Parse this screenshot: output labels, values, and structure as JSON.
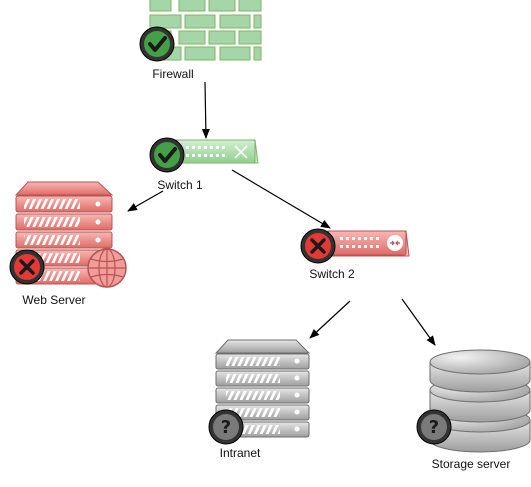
{
  "nodes": {
    "firewall": {
      "label": "Firewall",
      "status": "ok"
    },
    "switch1": {
      "label": "Switch 1",
      "status": "ok"
    },
    "switch2": {
      "label": "Switch 2",
      "status": "error"
    },
    "web_server": {
      "label": "Web Server",
      "status": "error"
    },
    "intranet": {
      "label": "Intranet",
      "status": "unknown"
    },
    "storage_server": {
      "label": "Storage server",
      "status": "unknown"
    }
  },
  "status_badges": {
    "ok": {
      "icon": "check-icon",
      "color": "#2e7d32"
    },
    "error": {
      "icon": "x-icon",
      "color": "#d32f2f"
    },
    "unknown": {
      "icon": "question-icon",
      "glyph": "?",
      "color": "#555555"
    }
  },
  "theme": {
    "green_fill": "#a5d6a7",
    "green_stroke": "#82b366",
    "red_fill": "#f19c99",
    "red_stroke": "#b85450",
    "gray_fill": "#c8c8c8",
    "gray_stroke": "#6e6e6e"
  }
}
